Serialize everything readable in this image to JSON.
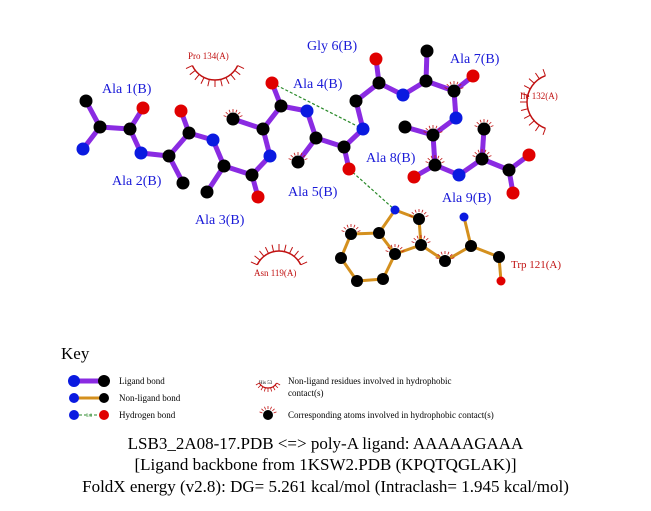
{
  "ligand_labels": [
    "Ala 1(B)",
    "Ala 2(B)",
    "Ala 3(B)",
    "Ala 4(B)",
    "Ala 5(B)",
    "Gly 6(B)",
    "Ala 7(B)",
    "Ala 8(B)",
    "Ala 9(B)"
  ],
  "residue_labels": {
    "pro": "Pro 134(A)",
    "ile": "Ile 132(A)",
    "asn": "Asn 119(A)",
    "trp": "Trp 121(A)"
  },
  "key": {
    "title": "Key",
    "ligand_bond": "Ligand bond",
    "nonligand_bond": "Non-ligand bond",
    "hydrogen_bond": "Hydrogen bond",
    "hbond_distance": "3.0",
    "example_residue": "His 53",
    "nonligand_residues_1": "Non-ligand residues involved in hydrophobic",
    "nonligand_residues_2": "contact(s)",
    "corresponding_atoms": "Corresponding atoms involved in hydrophobic contact(s)"
  },
  "caption": {
    "line1": "LSB3_2A08-17.PDB <=> poly-A ligand: AAAAAGAAA",
    "line2": "[Ligand backbone from 1KSW2.PDB (KPQTQGLAK)]",
    "line3": "FoldX energy (v2.8): DG= 5.261 kcal/mol (Intraclash= 1.945 kcal/mol)"
  },
  "colors": {
    "ligand_bond": "#8a2be2",
    "nonligand_bond": "#d4901e",
    "hbond": "#2a8a2a",
    "carbon": "#000000",
    "nitrogen": "#0a1ae0",
    "oxygen": "#e00000",
    "hydrophobic": "#c01010"
  }
}
